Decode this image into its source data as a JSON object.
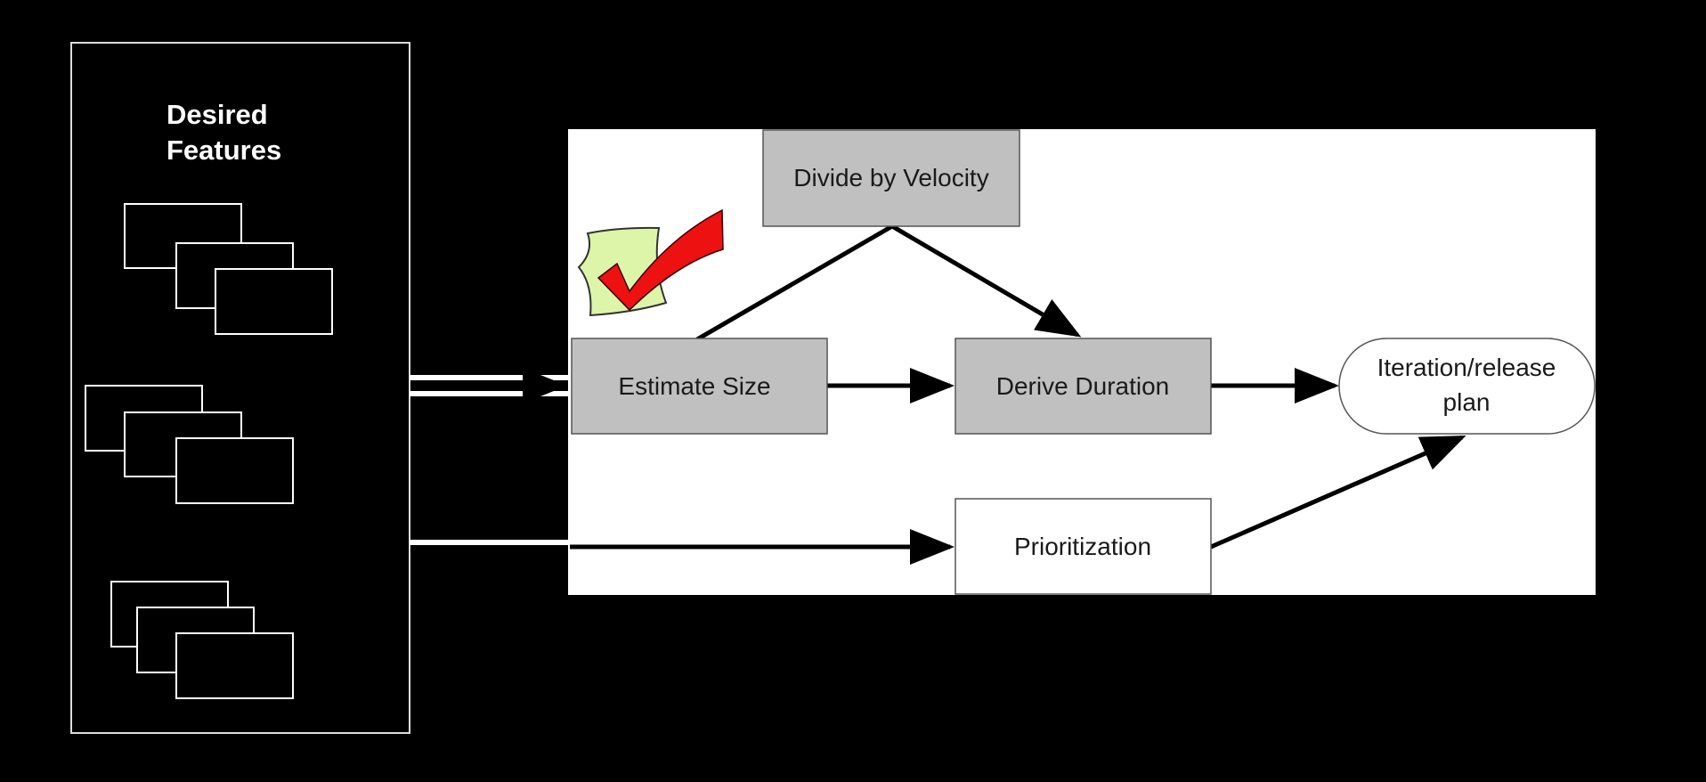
{
  "features_panel": {
    "title_line1": "Desired",
    "title_line2": "Features"
  },
  "nodes": {
    "divide_by_velocity": "Divide by Velocity",
    "estimate_size": "Estimate Size",
    "derive_duration": "Derive Duration",
    "prioritization": "Prioritization",
    "plan_line1": "Iteration/release",
    "plan_line2": "plan"
  },
  "colors": {
    "background": "#000000",
    "canvas": "#ffffff",
    "process_box": "#c0c0c0",
    "checkmark": "#ee1111",
    "note_paper": "#ddf5a8"
  }
}
